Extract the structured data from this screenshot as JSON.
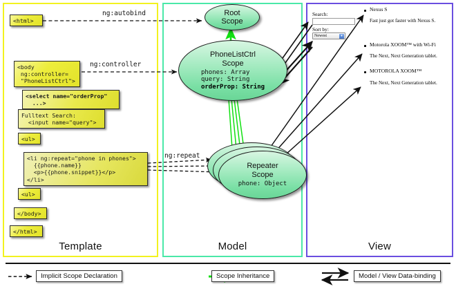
{
  "panels": [
    {
      "key": "template",
      "label": "Template"
    },
    {
      "key": "model",
      "label": "Model"
    },
    {
      "key": "view",
      "label": "View"
    }
  ],
  "template": {
    "boxes": [
      {
        "name": "html-open-tag",
        "text": "<html>"
      },
      {
        "name": "body-controller-tag",
        "text": "<body\n ng:controller=\n \"PhoneListCtrl\">"
      },
      {
        "name": "select-orderprop-tag",
        "text": "<select name=\"orderProp\"\n  ...>"
      },
      {
        "name": "fulltext-search-input",
        "text": "Fulltext Search:\n  <input name=\"query\">"
      },
      {
        "name": "ul-open-tag",
        "text": "<ul>"
      },
      {
        "name": "li-ngrepeat-tag",
        "text": "<li ng:repeat=\"phone in phones\">\n  {{phone.name}}\n  <p>{{phone.snippet}}</p>\n</li>"
      },
      {
        "name": "ul-close-tag",
        "text": "<ul>"
      },
      {
        "name": "body-close-tag",
        "text": "</body>"
      },
      {
        "name": "html-close-tag",
        "text": "</html>"
      }
    ]
  },
  "connectors": {
    "autobind": "ng:autobind",
    "controller": "ng:controller",
    "repeat": "ng:repeat"
  },
  "model": {
    "scopes": [
      {
        "name": "root-scope",
        "title": "Root\nScope",
        "props": []
      },
      {
        "name": "phonelistctrl-scope",
        "title": "PhoneListCtrl\nScope",
        "props": [
          "phones: Array",
          "query: String"
        ],
        "bold_props": [
          "orderProp: String"
        ]
      },
      {
        "name": "repeater-scope",
        "title": "Repeater\nScope",
        "props": [
          "phone: Object"
        ]
      }
    ]
  },
  "view": {
    "search_label": "Search:",
    "search_value": "",
    "sort_label": "Sort by:",
    "sort_selected": "Newest",
    "phones": [
      {
        "title": "Nexus S",
        "desc": "Fast just got faster with Nexus S."
      },
      {
        "title": "Motorola XOOM™ with Wi-Fi",
        "desc": "The Next, Next Generation tablet."
      },
      {
        "title": "MOTOROLA XOOM™",
        "desc": "The Next, Next Generation tablet."
      }
    ]
  },
  "legend": [
    {
      "name": "implicit-scope-declaration",
      "label": "Implicit Scope Declaration",
      "style": "dashed-arrow",
      "color": "#111111"
    },
    {
      "name": "scope-inheritance",
      "label": "Scope Inheritance",
      "style": "solid-arrow",
      "color": "#11e011"
    },
    {
      "name": "model-view-data-binding",
      "label": "Model / View Data-binding",
      "style": "double-arrow",
      "color": "#111111"
    }
  ],
  "colors": {
    "template_border": "#f2f21f",
    "model_border": "#4ae8a8",
    "view_border": "#6a4ee0",
    "code_fill": "#e9e93c",
    "scope_fill": "#8ee5b2",
    "inheritance_arrow": "#11e011"
  }
}
